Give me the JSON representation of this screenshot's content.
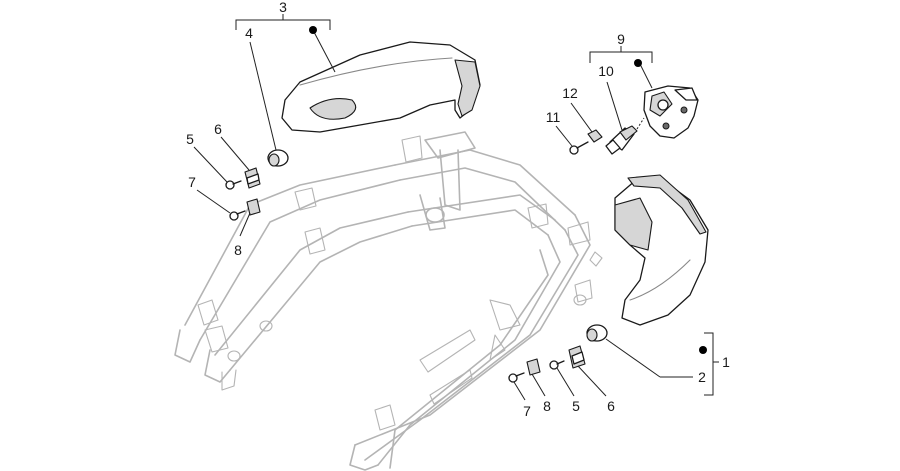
{
  "callouts": {
    "c1": "1",
    "c2": "2",
    "c3": "3",
    "c4": "4",
    "c5a": "5",
    "c5b": "5",
    "c6a": "6",
    "c6b": "6",
    "c7a": "7",
    "c7b": "7",
    "c8a": "8",
    "c8b": "8",
    "c9": "9",
    "c10": "10",
    "c11": "11",
    "c12": "12"
  },
  "colors": {
    "frame_outline": "#b4b4b4",
    "part_outline": "#1a1a1a",
    "kit_marker": "#000000"
  }
}
